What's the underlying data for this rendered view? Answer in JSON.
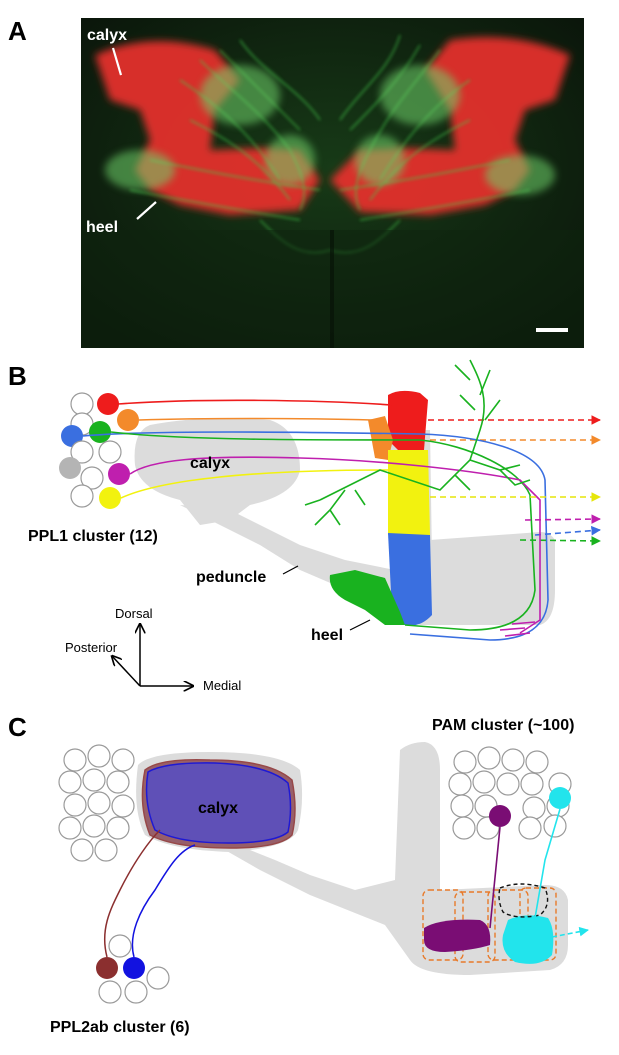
{
  "panel_a": {
    "letter": "A",
    "labels": {
      "calyx": "calyx",
      "heel": "heel"
    },
    "colors": {
      "background": "#0d1a0d",
      "mushroom_body": "#e8302a",
      "dopamine_neurons": "#43c84a",
      "scale_bar": "#ffffff"
    }
  },
  "panel_b": {
    "letter": "B",
    "labels": {
      "calyx": "calyx",
      "peduncle": "peduncle",
      "heel": "heel",
      "cluster": "PPL1 cluster (12)"
    },
    "axes": {
      "dorsal": "Dorsal",
      "posterior": "Posterior",
      "medial": "Medial"
    },
    "neuron_colors": {
      "red": "#ee1c1c",
      "orange": "#f38a2b",
      "blue": "#3a6fe0",
      "green": "#19b21f",
      "magenta": "#bf1fae",
      "yellow": "#f2f20f",
      "gray": "#b4b4b4"
    }
  },
  "panel_c": {
    "letter": "C",
    "labels": {
      "calyx": "calyx",
      "pam_cluster": "PAM cluster (~100)",
      "ppl2_cluster": "PPL2ab cluster (6)"
    },
    "colors": {
      "calyx_fill": "#5a4fc0",
      "ppl2_brown": "#8b2f2f",
      "ppl2_blue": "#1212e0",
      "pam_purple": "#7a0d74",
      "pam_cyan": "#22e4ec",
      "outline_orange": "#e87a2a"
    }
  }
}
